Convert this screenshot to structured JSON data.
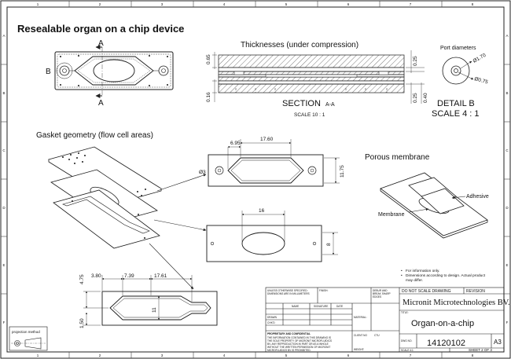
{
  "title": "Resealable organ on a chip device",
  "border": {
    "top_numbers": [
      "1",
      "2",
      "3",
      "4",
      "5",
      "6",
      "7",
      "8"
    ],
    "bottom_numbers": [
      "1",
      "2",
      "3",
      "4",
      "5",
      "6",
      "7",
      "8"
    ],
    "side_letters": [
      "A",
      "B",
      "C",
      "D",
      "E",
      "F"
    ]
  },
  "top_view": {
    "section_letter_top": "A",
    "section_letter_bottom": "A",
    "detail_letter": "B"
  },
  "section": {
    "heading": "Thicknesses (under compression)",
    "dims_left": [
      "0.65",
      "0.16"
    ],
    "dims_right": [
      "0.25",
      "0.25",
      "0.40"
    ],
    "label_main": "SECTION",
    "label_suffix": "A-A",
    "scale": "SCALE 10 : 1"
  },
  "detail": {
    "heading": "Port diameters",
    "dims": [
      "Ø1.70",
      "Ø0.75"
    ],
    "label": "DETAIL B",
    "scale": "SCALE 4 : 1"
  },
  "gasket": {
    "heading": "Gasket geometry (flow cell areas)",
    "cell1_dims": [
      "6.95",
      "17.60",
      "Ø3",
      "11.75"
    ],
    "cell2_dims": [
      "16",
      "8"
    ],
    "cell3_dims": [
      "3.80",
      "7.39",
      "17.61",
      "4.75",
      "1.50",
      "11"
    ]
  },
  "membrane": {
    "heading": "Porous membrane",
    "label_adhesive": "Adhesive",
    "label_membrane": "Membrane"
  },
  "notes": [
    "For information only.",
    "Dimensions according to design. Actual product",
    "may differ."
  ],
  "title_block": {
    "unless_note_1": "UNLESS OTHERWISE SPECIFIED:",
    "unless_note_2": "DIMENSIONS ARE IN MILLIMETERS",
    "finish": "FINISH:",
    "deburr_1": "DEBUR AND",
    "deburr_2": "BREAK SHARP",
    "deburr_3": "EDGES",
    "do_not_scale": "DO NOT SCALE DRAWING",
    "revision": "REVISION",
    "company": "Micronit Microtechnologies BV.",
    "title_label": "TITLE:",
    "drawing_title": "Organ-on-a-chip",
    "row_headers": [
      "NAME",
      "SIGNATURE",
      "DATE"
    ],
    "rows": [
      "DRAWN",
      "CHK'D"
    ],
    "material": "MATERIAL:",
    "client_no": "CLIENT NO",
    "client_value": "CTU",
    "proprietary_heading": "PROPRIETARY AND CONFIDENTIAL",
    "proprietary_lines": [
      "THE INFORMATION CONTAINED IN THIS DRAWING IS",
      "THE SOLE PROPERTY OF MICRONIT MICROFLUIDICS",
      "BV. ANY REPRODUCTION IN PART OR AS A WHOLE",
      "WITHOUT THE WRITTEN PERMISSION OF MICRONIT",
      "MICROFLUIDICS BV IS PROHIBITED."
    ],
    "dwg_no_label": "DWG NO.",
    "dwg_no": "14120102",
    "size": "A3",
    "scale_label": "SCALE 4:1",
    "weight": "WEIGHT:",
    "sheet": "SHEET 2 OF 3",
    "projection": "projection method"
  },
  "colors": {
    "line": "#1a1a1a",
    "hatch": "#555555",
    "paper": "#ffffff"
  }
}
